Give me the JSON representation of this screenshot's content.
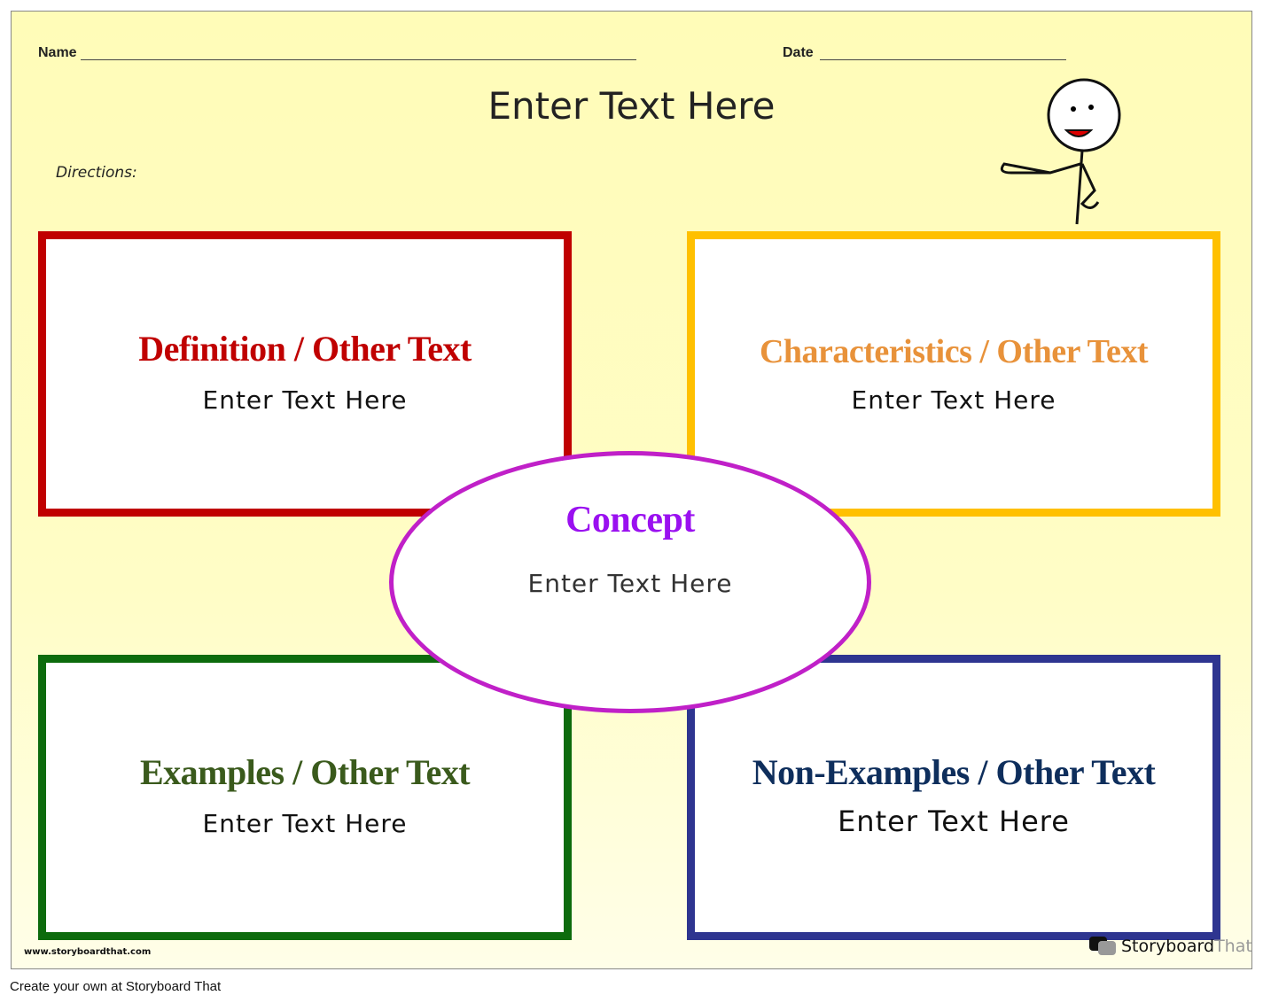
{
  "header": {
    "name_label": "Name",
    "date_label": "Date",
    "title": "Enter Text Here",
    "directions": "Directions:"
  },
  "boxes": [
    {
      "title": "Definition / Other Text",
      "body": "Enter Text Here",
      "color": "#c00000"
    },
    {
      "title": "Characteristics / Other Text",
      "body": "Enter Text Here",
      "color": "#ffc000",
      "title_color": "#e8923a"
    },
    {
      "title": "Examples / Other Text",
      "body": "Enter Text Here",
      "color": "#0d6b0d",
      "title_color": "#3a5a1c"
    },
    {
      "title": "Non-Examples / Other Text",
      "body": "Enter Text Here",
      "color": "#2e3590",
      "title_color": "#0e2e5c"
    }
  ],
  "concept": {
    "title": "Concept",
    "body": "Enter Text Here",
    "color": "#c020c8",
    "title_color": "#9a10f0"
  },
  "footer": {
    "site": "www.storyboardthat.com",
    "logo_a": "Storyboard",
    "logo_b": "That",
    "cta": "Create your own at Storyboard That"
  }
}
